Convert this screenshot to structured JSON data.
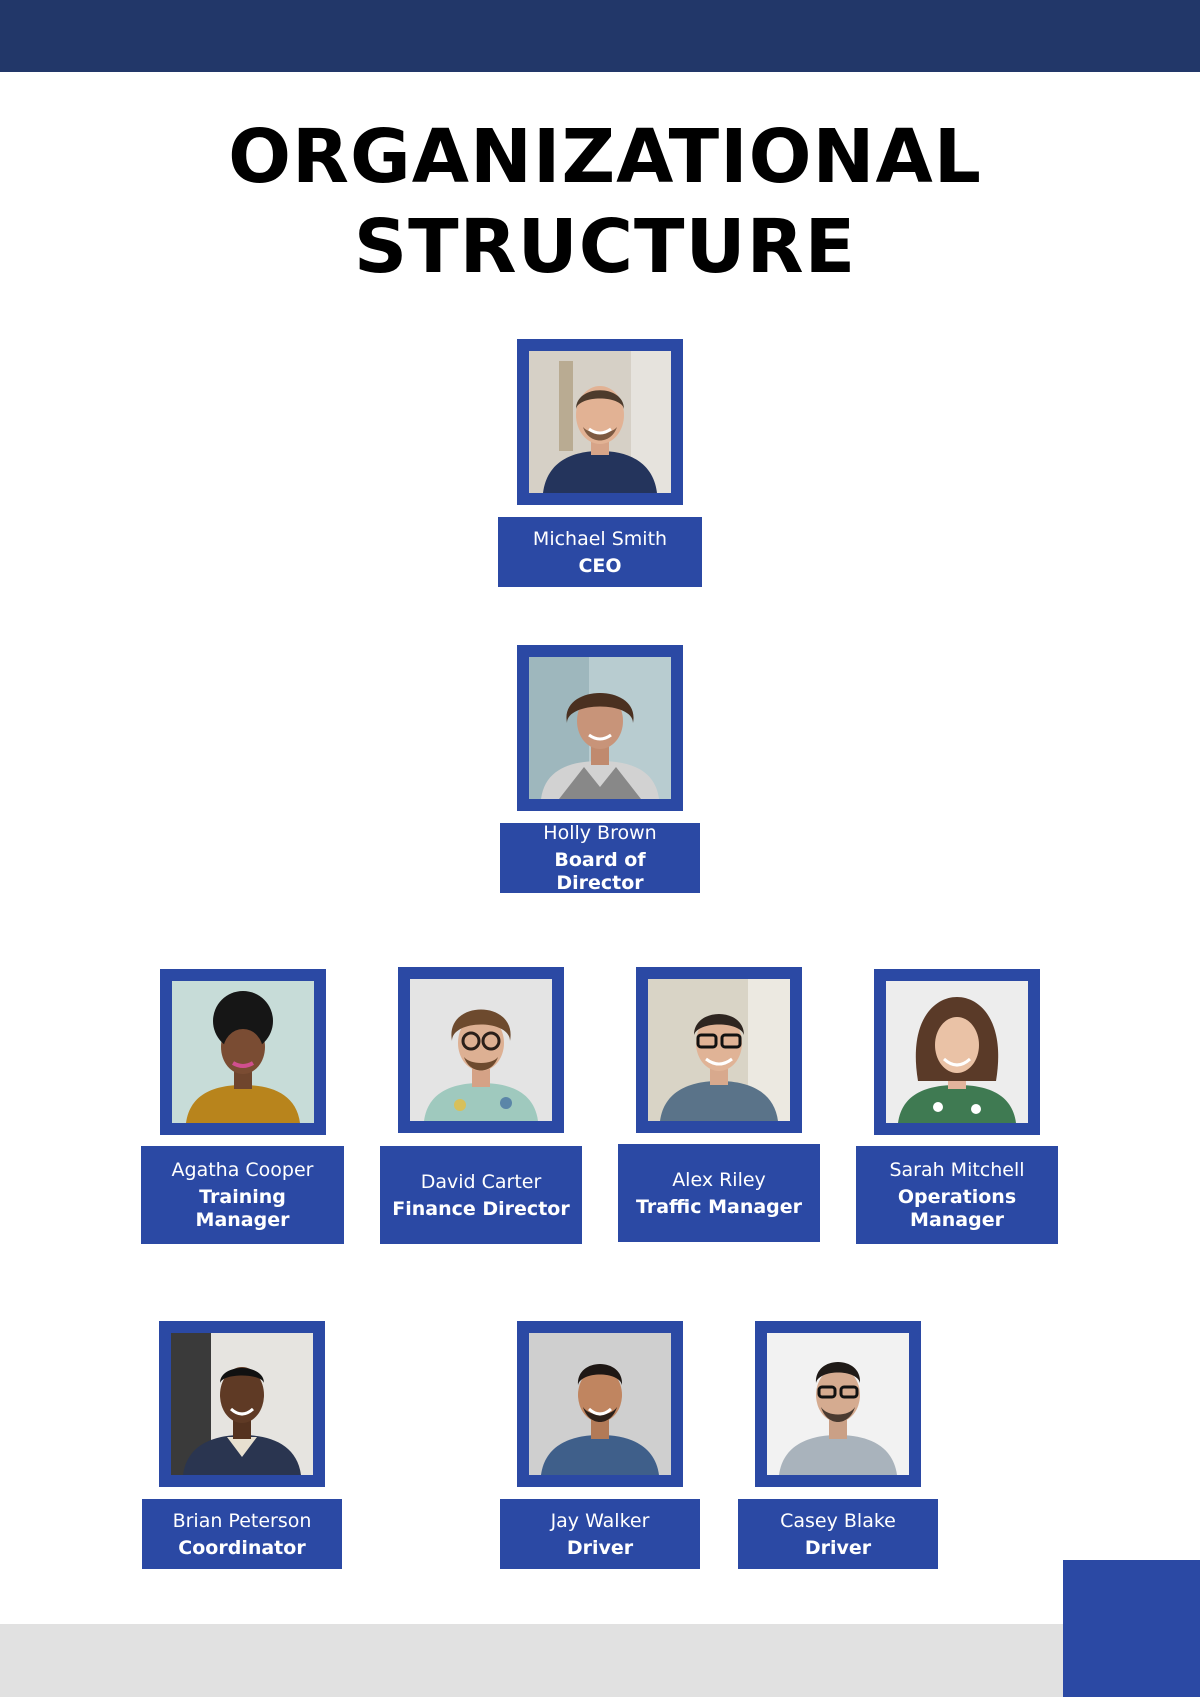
{
  "header": {
    "title": "ORGANIZATIONAL STRUCTURE"
  },
  "colors": {
    "navy": "#223769",
    "accent_blue": "#2b49a4",
    "footer_gray": "#e1e1e1",
    "title_black": "#000000"
  },
  "people": [
    {
      "name": "Michael Smith",
      "role": "CEO",
      "photo": "ceo-portrait-photo"
    },
    {
      "name": "Holly Brown",
      "role": "Board of Director",
      "photo": "board-portrait-photo"
    },
    {
      "name": "Agatha Cooper",
      "role": "Training Manager",
      "photo": "training-manager-portrait-photo"
    },
    {
      "name": "David Carter",
      "role": "Finance Director",
      "photo": "finance-director-portrait-photo"
    },
    {
      "name": "Alex Riley",
      "role": "Traffic Manager",
      "photo": "traffic-manager-portrait-photo"
    },
    {
      "name": "Sarah Mitchell",
      "role": "Operations Manager",
      "photo": "operations-manager-portrait-photo"
    },
    {
      "name": "Brian Peterson",
      "role": "Coordinator",
      "photo": "coordinator-portrait-photo"
    },
    {
      "name": "Jay Walker",
      "role": "Driver",
      "photo": "driver-portrait-photo"
    },
    {
      "name": "Casey Blake",
      "role": "Driver",
      "photo": "driver-portrait-photo"
    }
  ]
}
